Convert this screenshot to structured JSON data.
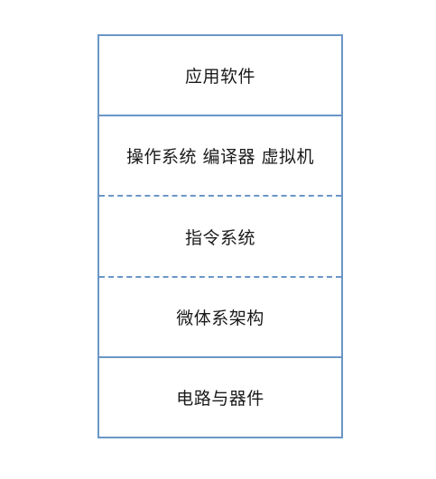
{
  "diagram": {
    "layers": [
      {
        "label": "应用软件"
      },
      {
        "label": "操作系统 编译器 虚拟机"
      },
      {
        "label": "指令系统"
      },
      {
        "label": "微体系架构"
      },
      {
        "label": "电路与器件"
      }
    ],
    "separators": [
      "solid",
      "dashed",
      "dashed",
      "solid"
    ],
    "colors": {
      "border": "#6a96c6",
      "text": "#1a1a1a",
      "background": "#ffffff"
    }
  }
}
